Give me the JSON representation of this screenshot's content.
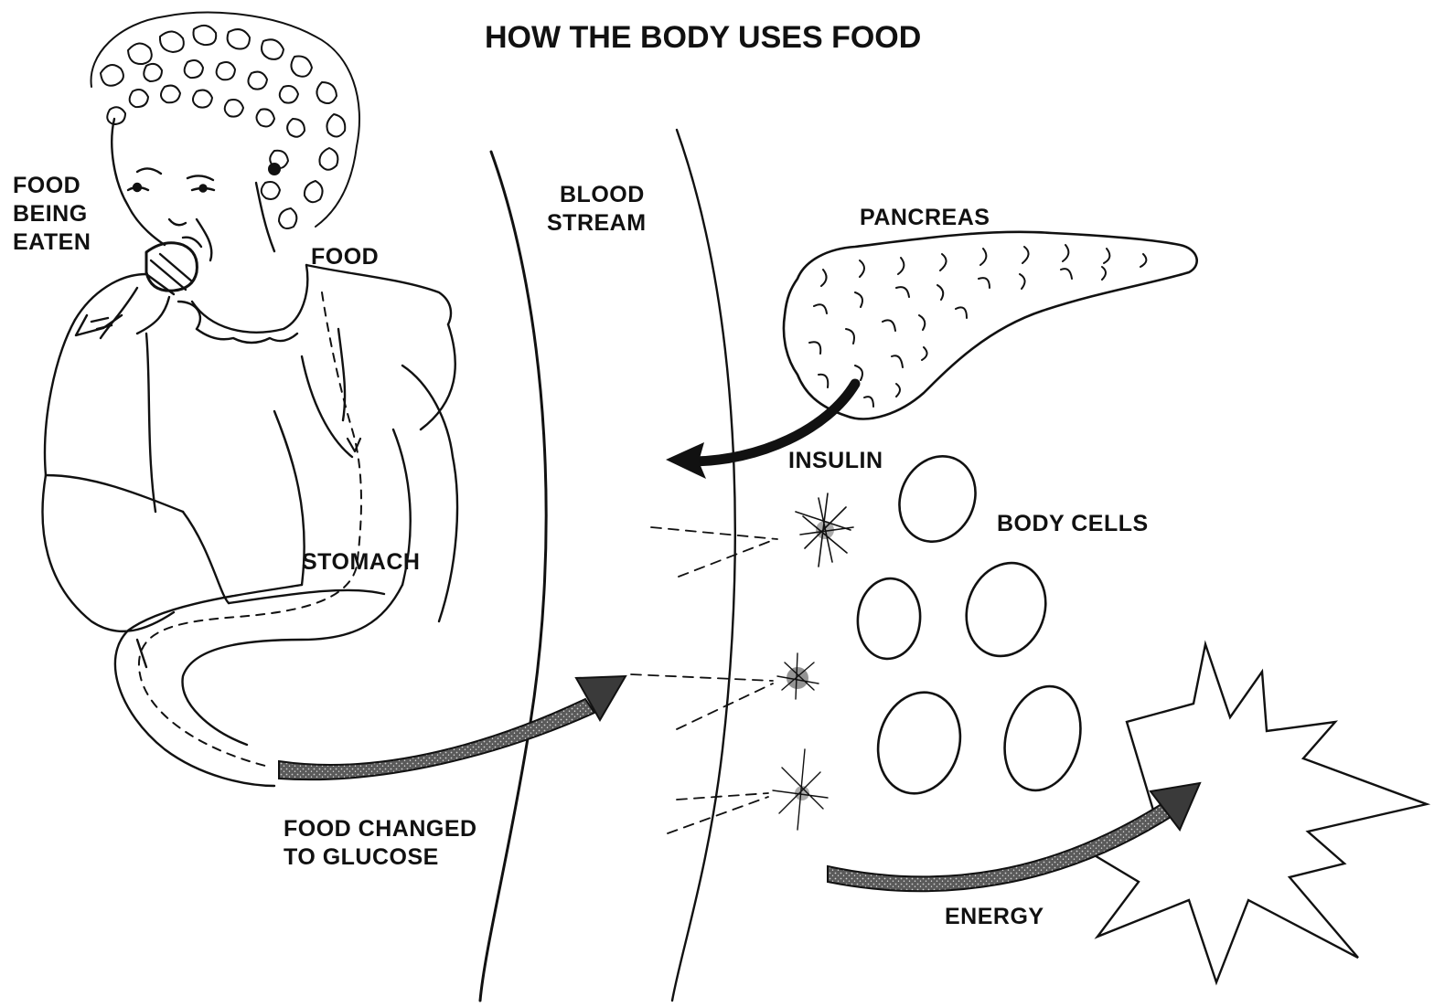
{
  "title": "HOW THE BODY USES FOOD",
  "labels": {
    "food_being_eaten": [
      "FOOD",
      "BEING",
      "EATEN"
    ],
    "food": "FOOD",
    "blood_stream": [
      "BLOOD",
      "STREAM"
    ],
    "pancreas": "PANCREAS",
    "insulin": "INSULIN",
    "body_cells": "BODY CELLS",
    "stomach": "STOMACH",
    "food_changed_to_glucose": [
      "FOOD CHANGED",
      "TO GLUCOSE"
    ],
    "energy": "ENERGY"
  },
  "colors": {
    "ink": "#111111",
    "arrow_fill": "#3a3a3a",
    "background": "#ffffff"
  }
}
